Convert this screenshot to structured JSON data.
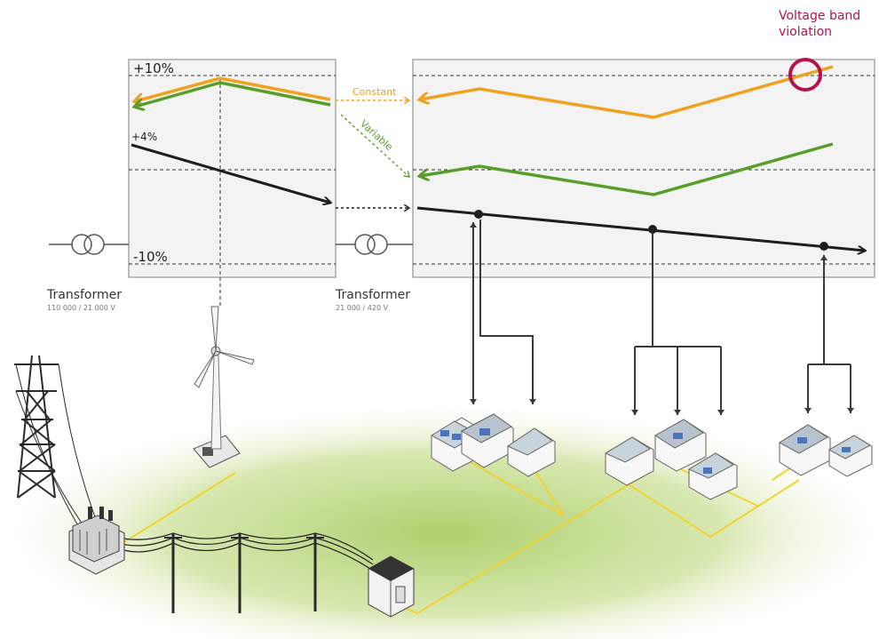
{
  "colors": {
    "constant": "#f0a21e",
    "variable": "#5a9e2a",
    "violation": "#b5134d",
    "panel_bg": "#f3f3f3",
    "panel_border": "#a8a8a8",
    "ground": "#a9cc63",
    "cable": "#f2d22e",
    "dark": "#1e1e1e"
  },
  "left_panel": {
    "upper_limit": "+10%",
    "lower_limit": "-10%",
    "setpoint": "+4%"
  },
  "right_panel": {
    "constant_label": "Constant",
    "variable_label": "Variable"
  },
  "violation": {
    "line1": "Voltage band",
    "line2": "violation"
  },
  "transformers": [
    {
      "label": "Transformer",
      "rating": "110 000 / 21 000 V"
    },
    {
      "label": "Transformer",
      "rating": "21 000 / 420 V"
    }
  ],
  "icons": {
    "pylon": "pylon-icon",
    "substation": "substation-transformer-icon",
    "wind_turbine": "wind-turbine-icon",
    "distribution_station": "distribution-station-icon",
    "houses": "house-icon",
    "transformer_symbol": "transformer-symbol-icon"
  }
}
